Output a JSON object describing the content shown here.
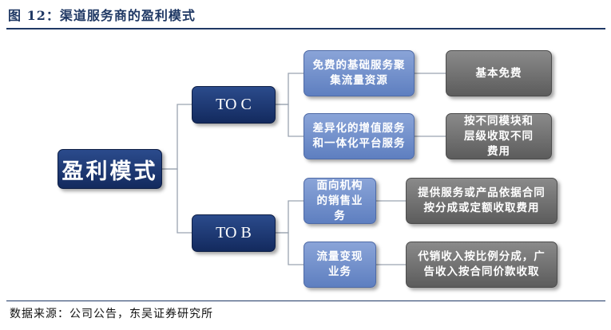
{
  "figure_title": "图 12：渠道服务商的盈利模式",
  "source": "数据来源：公司公告，东吴证券研究所",
  "diagram": {
    "root": "盈利模式",
    "branches": [
      {
        "label": "TO C",
        "items": [
          {
            "service": "免费的基础服务聚集流量资源",
            "profit": "基本免费"
          },
          {
            "service": "差异化的增值服务和一体化平台服务",
            "profit": "按不同模块和层级收取不同费用"
          }
        ]
      },
      {
        "label": "TO B",
        "items": [
          {
            "service": "面向机构的销售业务",
            "profit": "提供服务或产品依据合同按分成或定额收取费用"
          },
          {
            "service": "流量变现业务",
            "profit": "代销收入按比例分成，广告收入按合同价款收取"
          }
        ]
      }
    ]
  }
}
